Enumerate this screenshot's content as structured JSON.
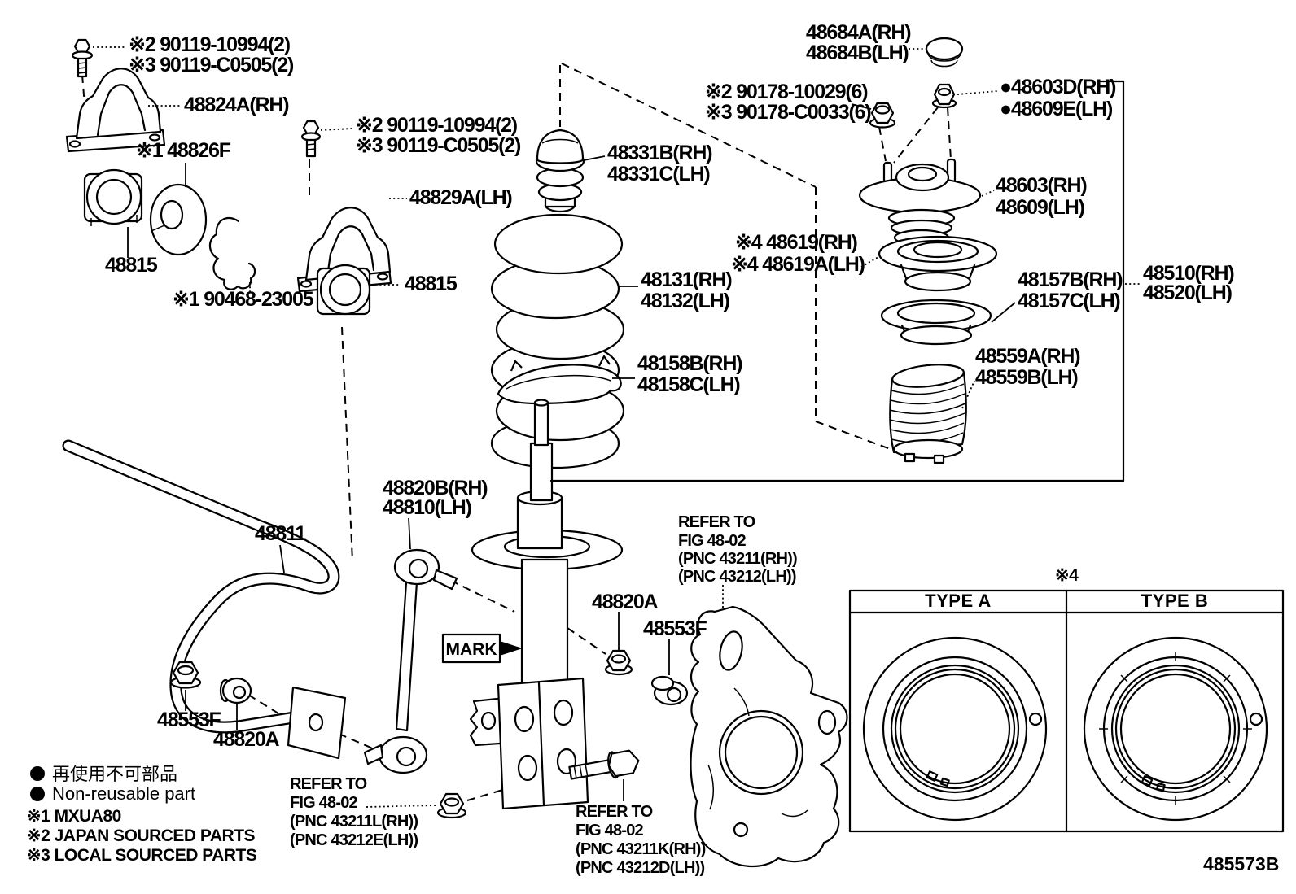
{
  "diagram": {
    "figure_number": "485573B",
    "mark_flag": "MARK",
    "labels": {
      "bolt1_line1": "※2 90119-10994(2)",
      "bolt1_line2": "※3 90119-C0505(2)",
      "p48824a": "48824A(RH)",
      "p48826f": "※1 48826F",
      "p48815_left": "48815",
      "p90468": "※1 90468-23005",
      "bolt2_line1": "※2 90119-10994(2)",
      "bolt2_line2": "※3 90119-C0505(2)",
      "p48829a": "48829A(LH)",
      "p48815_mid": "48815",
      "p48331b": "48331B(RH)",
      "p48331c": "48331C(LH)",
      "p48131": "48131(RH)",
      "p48132": "48132(LH)",
      "p48158b": "48158B(RH)",
      "p48158c": "48158C(LH)",
      "p48684a": "48684A(RH)",
      "p48684b": "48684B(LH)",
      "p48603d": "●48603D(RH)",
      "p48609e": "●48609E(LH)",
      "nut_line1": "※2 90178-10029(6)",
      "nut_line2": "※3 90178-C0033(6)",
      "p48603": "48603(RH)",
      "p48609": "48609(LH)",
      "p48619": "※4 48619(RH)",
      "p48619a": "※4 48619A(LH)",
      "p48157b": "48157B(RH)",
      "p48157c": "48157C(LH)",
      "p48510": "48510(RH)",
      "p48520": "48520(LH)",
      "p48559a": "48559A(RH)",
      "p48559b": "48559B(LH)",
      "p48820b": "48820B(RH)",
      "p48810": "48810(LH)",
      "p48811": "48811",
      "p48820a_mid": "48820A",
      "p48553f_mid": "48553F",
      "p48553f_left": "48553F",
      "p48820a_left": "48820A"
    },
    "refer_blocks": {
      "strut_lower": [
        "REFER TO",
        "FIG 48-02",
        "(PNC 43211L(RH))",
        "(PNC 43212E(LH))"
      ],
      "knuckle_lower": [
        "REFER TO",
        "FIG 48-02",
        "(PNC 43211K(RH))",
        "(PNC 43212D(LH))"
      ],
      "knuckle_upper": [
        "REFER TO",
        "FIG 48-02",
        "(PNC 43211(RH))",
        "(PNC 43212(LH))"
      ]
    },
    "legend": {
      "nonreusable_jp": "再使用不可部品",
      "nonreusable_en": "Non-reusable part",
      "note1": "※1 MXUA80",
      "note2": "※2 JAPAN SOURCED PARTS",
      "note3": "※3 LOCAL SOURCED PARTS"
    },
    "type_box": {
      "note": "※4",
      "type_a": "TYPE A",
      "type_b": "TYPE B"
    }
  }
}
